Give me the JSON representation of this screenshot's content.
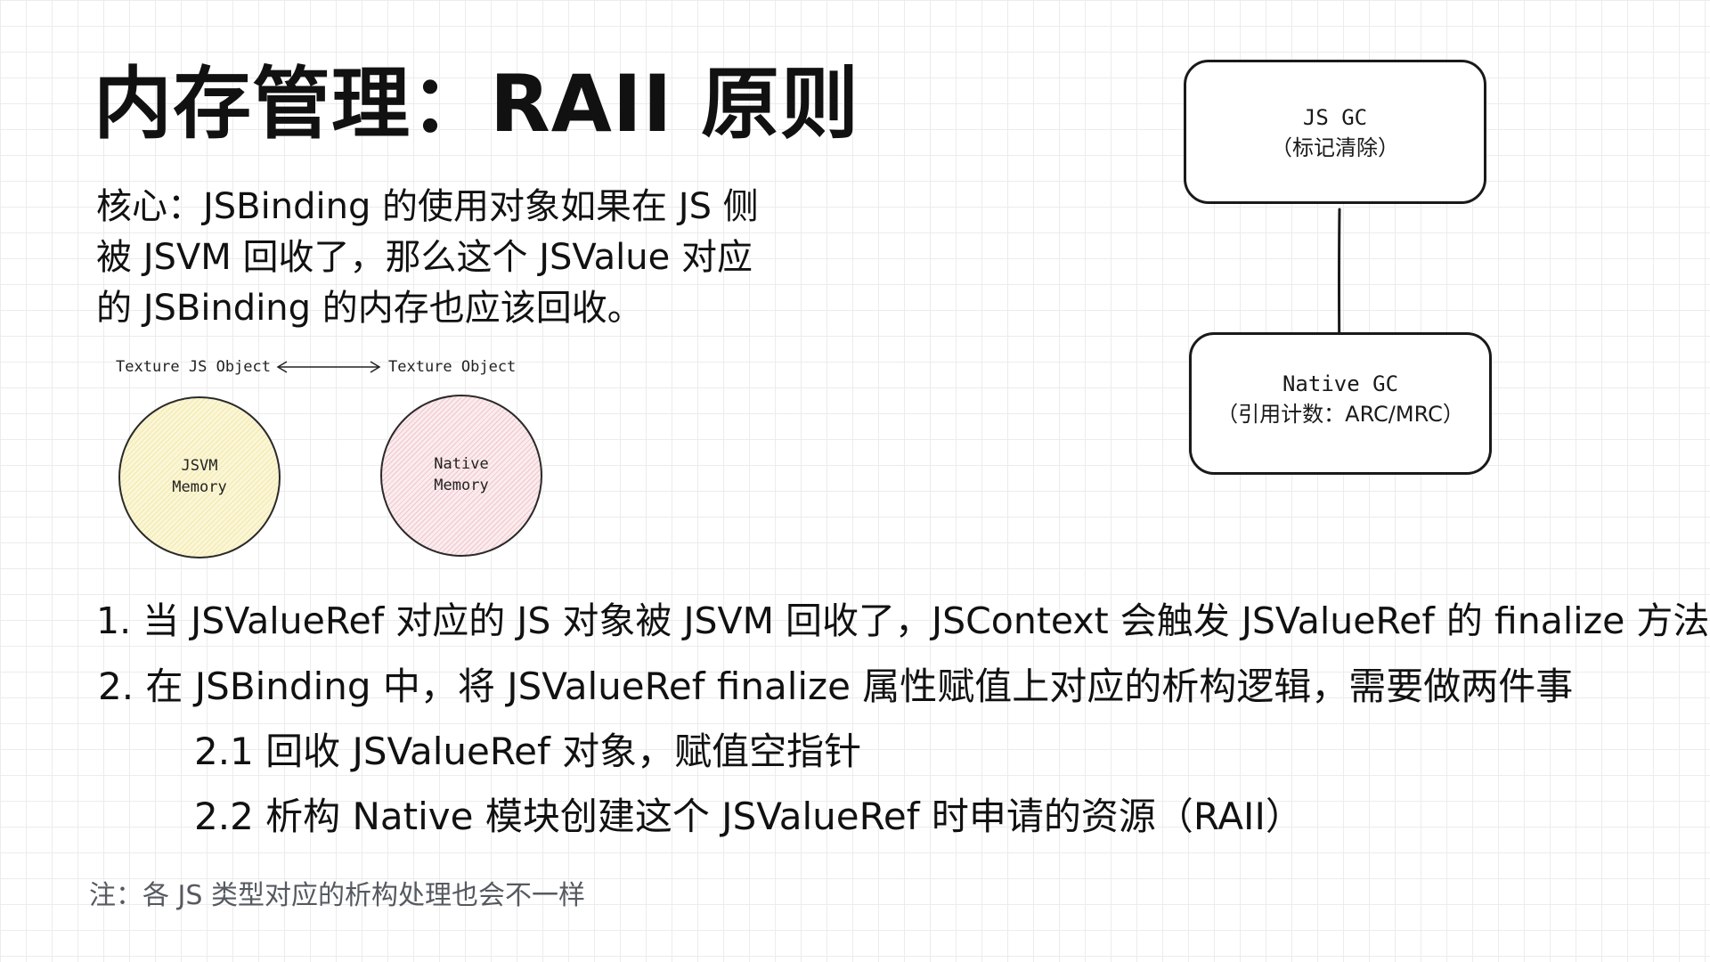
{
  "title": "内存管理：RAII 原则",
  "intro": {
    "line1": "核心：JSBinding 的使用对象如果在 JS 侧",
    "line2": "被 JSVM 回收了，那么这个 JSValue 对应",
    "line3": "的 JSBinding 的内存也应该回收。"
  },
  "memory_diagram": {
    "left_label": "Texture JS Object",
    "right_label": "Texture Object",
    "left_circle": {
      "line1": "JSVM",
      "line2": "Memory",
      "fill": "#fbf6d8"
    },
    "right_circle": {
      "line1": "Native",
      "line2": "Memory",
      "fill": "#fbecee"
    }
  },
  "gc_diagram": {
    "top_box": {
      "line1": "JS GC",
      "line2": "（标记清除）"
    },
    "bottom_box": {
      "line1": "Native GC",
      "line2": "（引用计数：ARC/MRC）"
    }
  },
  "list": {
    "item1": "1. 当 JSValueRef 对应的 JS 对象被 JSVM 回收了，JSContext 会触发 JSValueRef 的 finalize 方法",
    "item2": "2. 在 JSBinding 中，将 JSValueRef finalize 属性赋值上对应的析构逻辑，需要做两件事",
    "item2_1": "2.1 回收 JSValueRef 对象，赋值空指针",
    "item2_2": "2.2 析构 Native 模块创建这个 JSValueRef 时申请的资源（RAII）"
  },
  "note": "注：各 JS 类型对应的析构处理也会不一样"
}
